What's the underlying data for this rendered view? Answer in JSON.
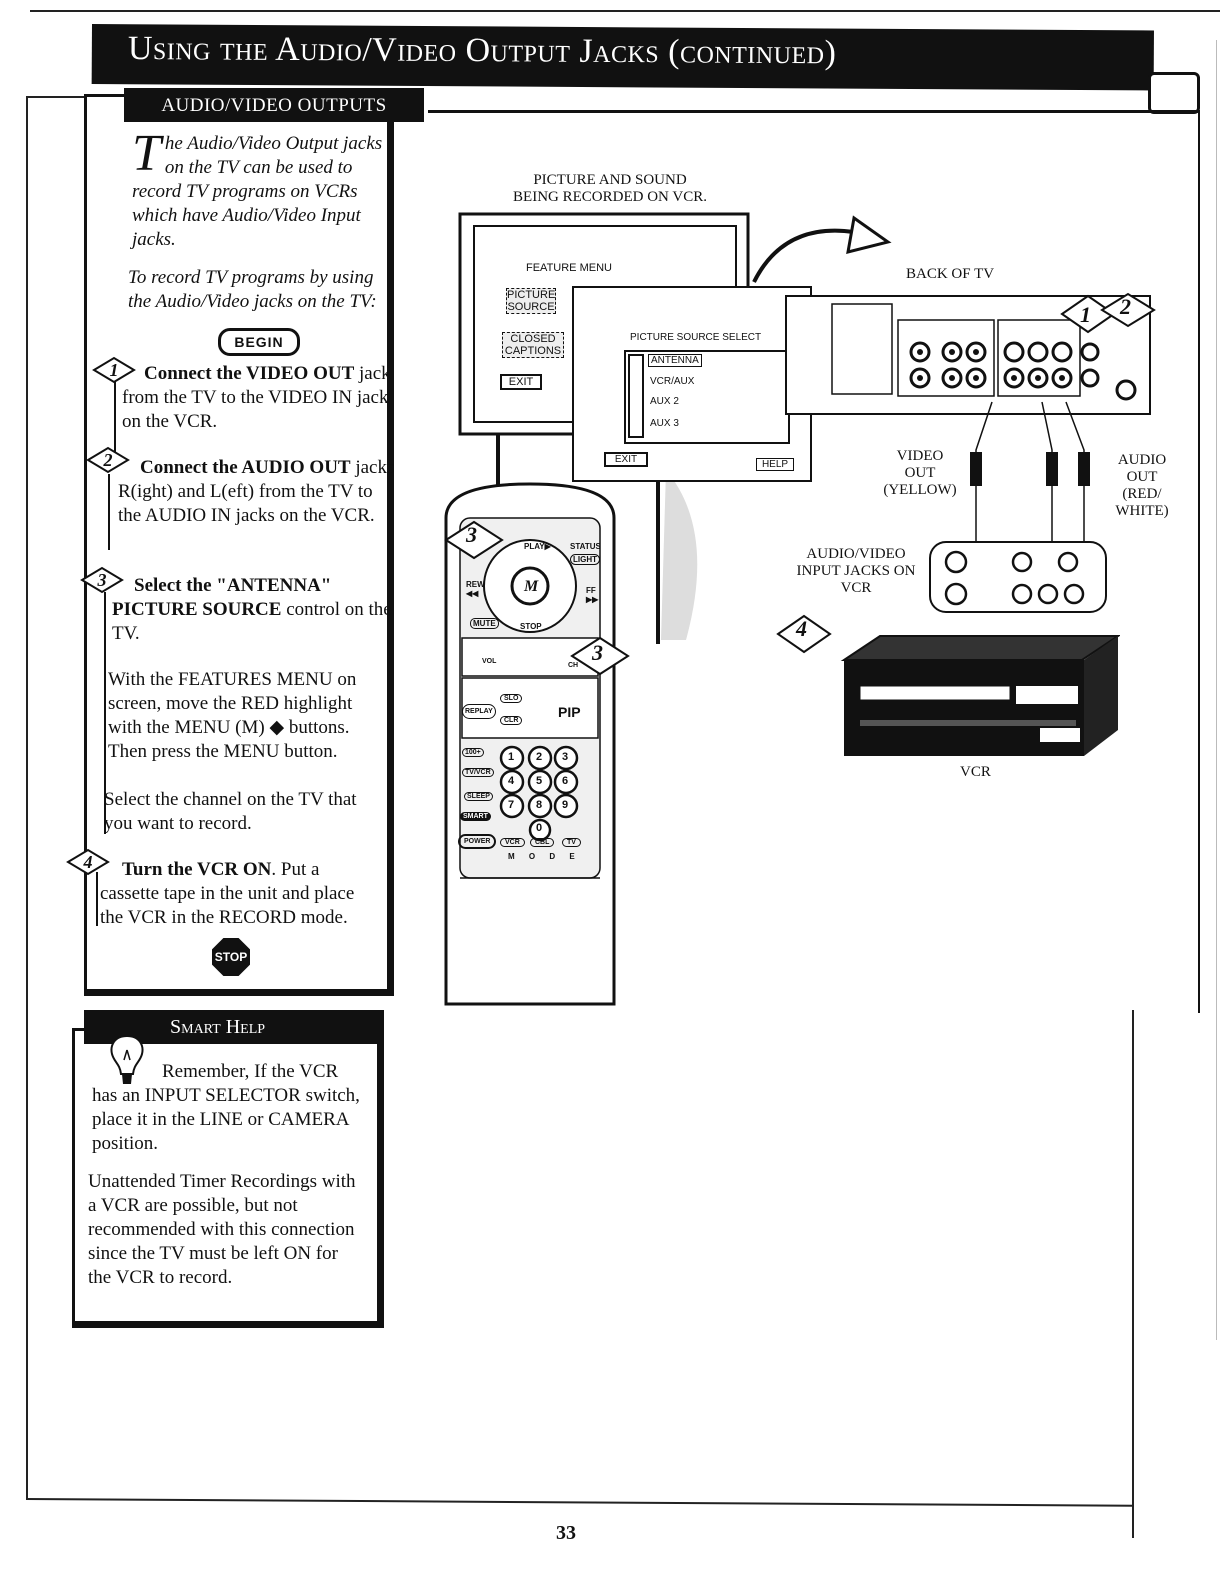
{
  "page": {
    "title": "Using the Audio/Video Output Jacks (continued)",
    "page_number": "33"
  },
  "left_panel": {
    "header": "AUDIO/VIDEO OUTPUTS",
    "intro_drop_cap": "T",
    "intro_rest": "he Audio/Video Output jacks on the TV can be used to record TV programs on VCRs which have Audio/Video Input jacks.",
    "intro_2": "To record TV programs by using the Audio/Video jacks on the TV:",
    "begin_label": "BEGIN",
    "steps": [
      {
        "num": "1",
        "title": "Connect the VIDEO OUT",
        "rest": " jack from the TV to the VIDEO IN jack on the VCR."
      },
      {
        "num": "2",
        "title": "Connect the  AUDIO OUT",
        "rest": " jacks R(ight) and L(eft) from the TV to the AUDIO IN jacks on the VCR."
      },
      {
        "num": "3",
        "title": "Select the \"ANTENNA\" PICTURE SOURCE",
        "rest": " control on the TV."
      },
      {
        "num": "4",
        "title": "Turn the VCR ON",
        "rest": ". Put a cassette tape in the unit and place the VCR in the RECORD mode."
      }
    ],
    "step3_detail_1": "With the FEATURES MENU on screen, move the RED highlight with the MENU (M) ◆ buttons. Then press the MENU button.",
    "step3_detail_2": "Select the channel on the TV that you want to record.",
    "stop_label": "STOP"
  },
  "smart_help": {
    "header": "Smart Help",
    "para_1": "Remember, If the VCR has an INPUT SELECTOR switch, place it in the LINE or CAMERA position.",
    "para_2": "Unattended Timer Recordings with a VCR are possible, but not recommended with this connection since the TV must be left ON for the VCR to record."
  },
  "illustration": {
    "caption_picture": "PICTURE AND SOUND BEING RECORDED ON VCR.",
    "back_of_tv": "BACK OF TV",
    "video_out": "VIDEO OUT (YELLOW)",
    "audio_out": "AUDIO OUT (RED/ WHITE)",
    "av_input": "AUDIO/VIDEO INPUT JACKS ON VCR",
    "vcr": "VCR",
    "menu": {
      "feature_menu": "FEATURE MENU",
      "picture_source": "PICTURE SOURCE",
      "closed_captions": "CLOSED CAPTIONS",
      "exit": "EXIT",
      "picture_source_select": "PICTURE SOURCE SELECT",
      "options": [
        "ANTENNA",
        "VCR/AUX",
        "AUX 2",
        "AUX 3"
      ],
      "exit_2": "EXIT",
      "help": "HELP"
    },
    "remote": {
      "play": "PLAY▶",
      "status": "STATUS",
      "light": "LIGHT",
      "rew": "REW ◀◀",
      "ff": "FF ▶▶",
      "menu_key": "M",
      "mute": "MUTE",
      "stop": "STOP",
      "vol": "VOL",
      "ch": "CH",
      "replay": "REPLAY",
      "slo": "SLO",
      "pip": "PIP",
      "clr": "CLR",
      "digits": [
        "1",
        "2",
        "3",
        "4",
        "5",
        "6",
        "7",
        "8",
        "9",
        "0"
      ],
      "k100": "100+",
      "tvvcr": "TV/VCR",
      "sleep": "SLEEP",
      "smart": "SMART",
      "power": "POWER",
      "vcr": "VCR",
      "cbl": "CBL",
      "tv": "TV",
      "mode": "M O D E"
    },
    "markers": [
      "1",
      "2",
      "3",
      "3",
      "4"
    ]
  }
}
